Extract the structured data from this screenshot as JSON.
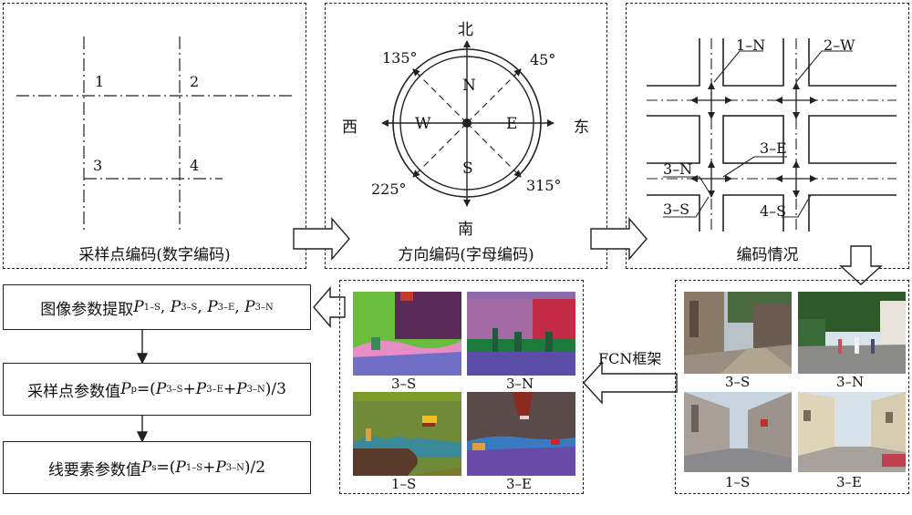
{
  "panels": {
    "sampling": {
      "caption": "采样点编码(数字编码)",
      "points": [
        "1",
        "2",
        "3",
        "4"
      ]
    },
    "direction": {
      "caption": "方向编码(字母编码)",
      "north": "北",
      "south": "南",
      "west": "西",
      "east": "东",
      "n": "N",
      "s": "S",
      "w": "W",
      "e": "E",
      "d45": "45°",
      "d135": "135°",
      "d225": "225°",
      "d315": "315°"
    },
    "encoding": {
      "caption": "编码情况",
      "labels": [
        "1–N",
        "2–W",
        "3–E",
        "3–N",
        "3–S",
        "4–S"
      ]
    }
  },
  "fcn_label": "FCN框架",
  "segmentation": {
    "labels": [
      "3–S",
      "3–N",
      "1–S",
      "3–E"
    ]
  },
  "photos": {
    "labels": [
      "3–S",
      "3–N",
      "1–S",
      "3–E"
    ]
  },
  "flow": {
    "step1": {
      "text": "图像参数提取",
      "terms": [
        "P",
        "1–S",
        "P",
        "3–S",
        "P",
        "3–E",
        "P",
        "3–N"
      ]
    },
    "step2": {
      "text": "采样点参数值",
      "lhs_sub": "p",
      "terms": [
        "P",
        "3–S",
        "P",
        "3–E",
        "P",
        "3–N"
      ],
      "divisor": "3"
    },
    "step3": {
      "text": "线要素参数值",
      "lhs_sub": "s",
      "terms": [
        "P",
        "1–S",
        "P",
        "3–N"
      ],
      "divisor": "2"
    }
  }
}
